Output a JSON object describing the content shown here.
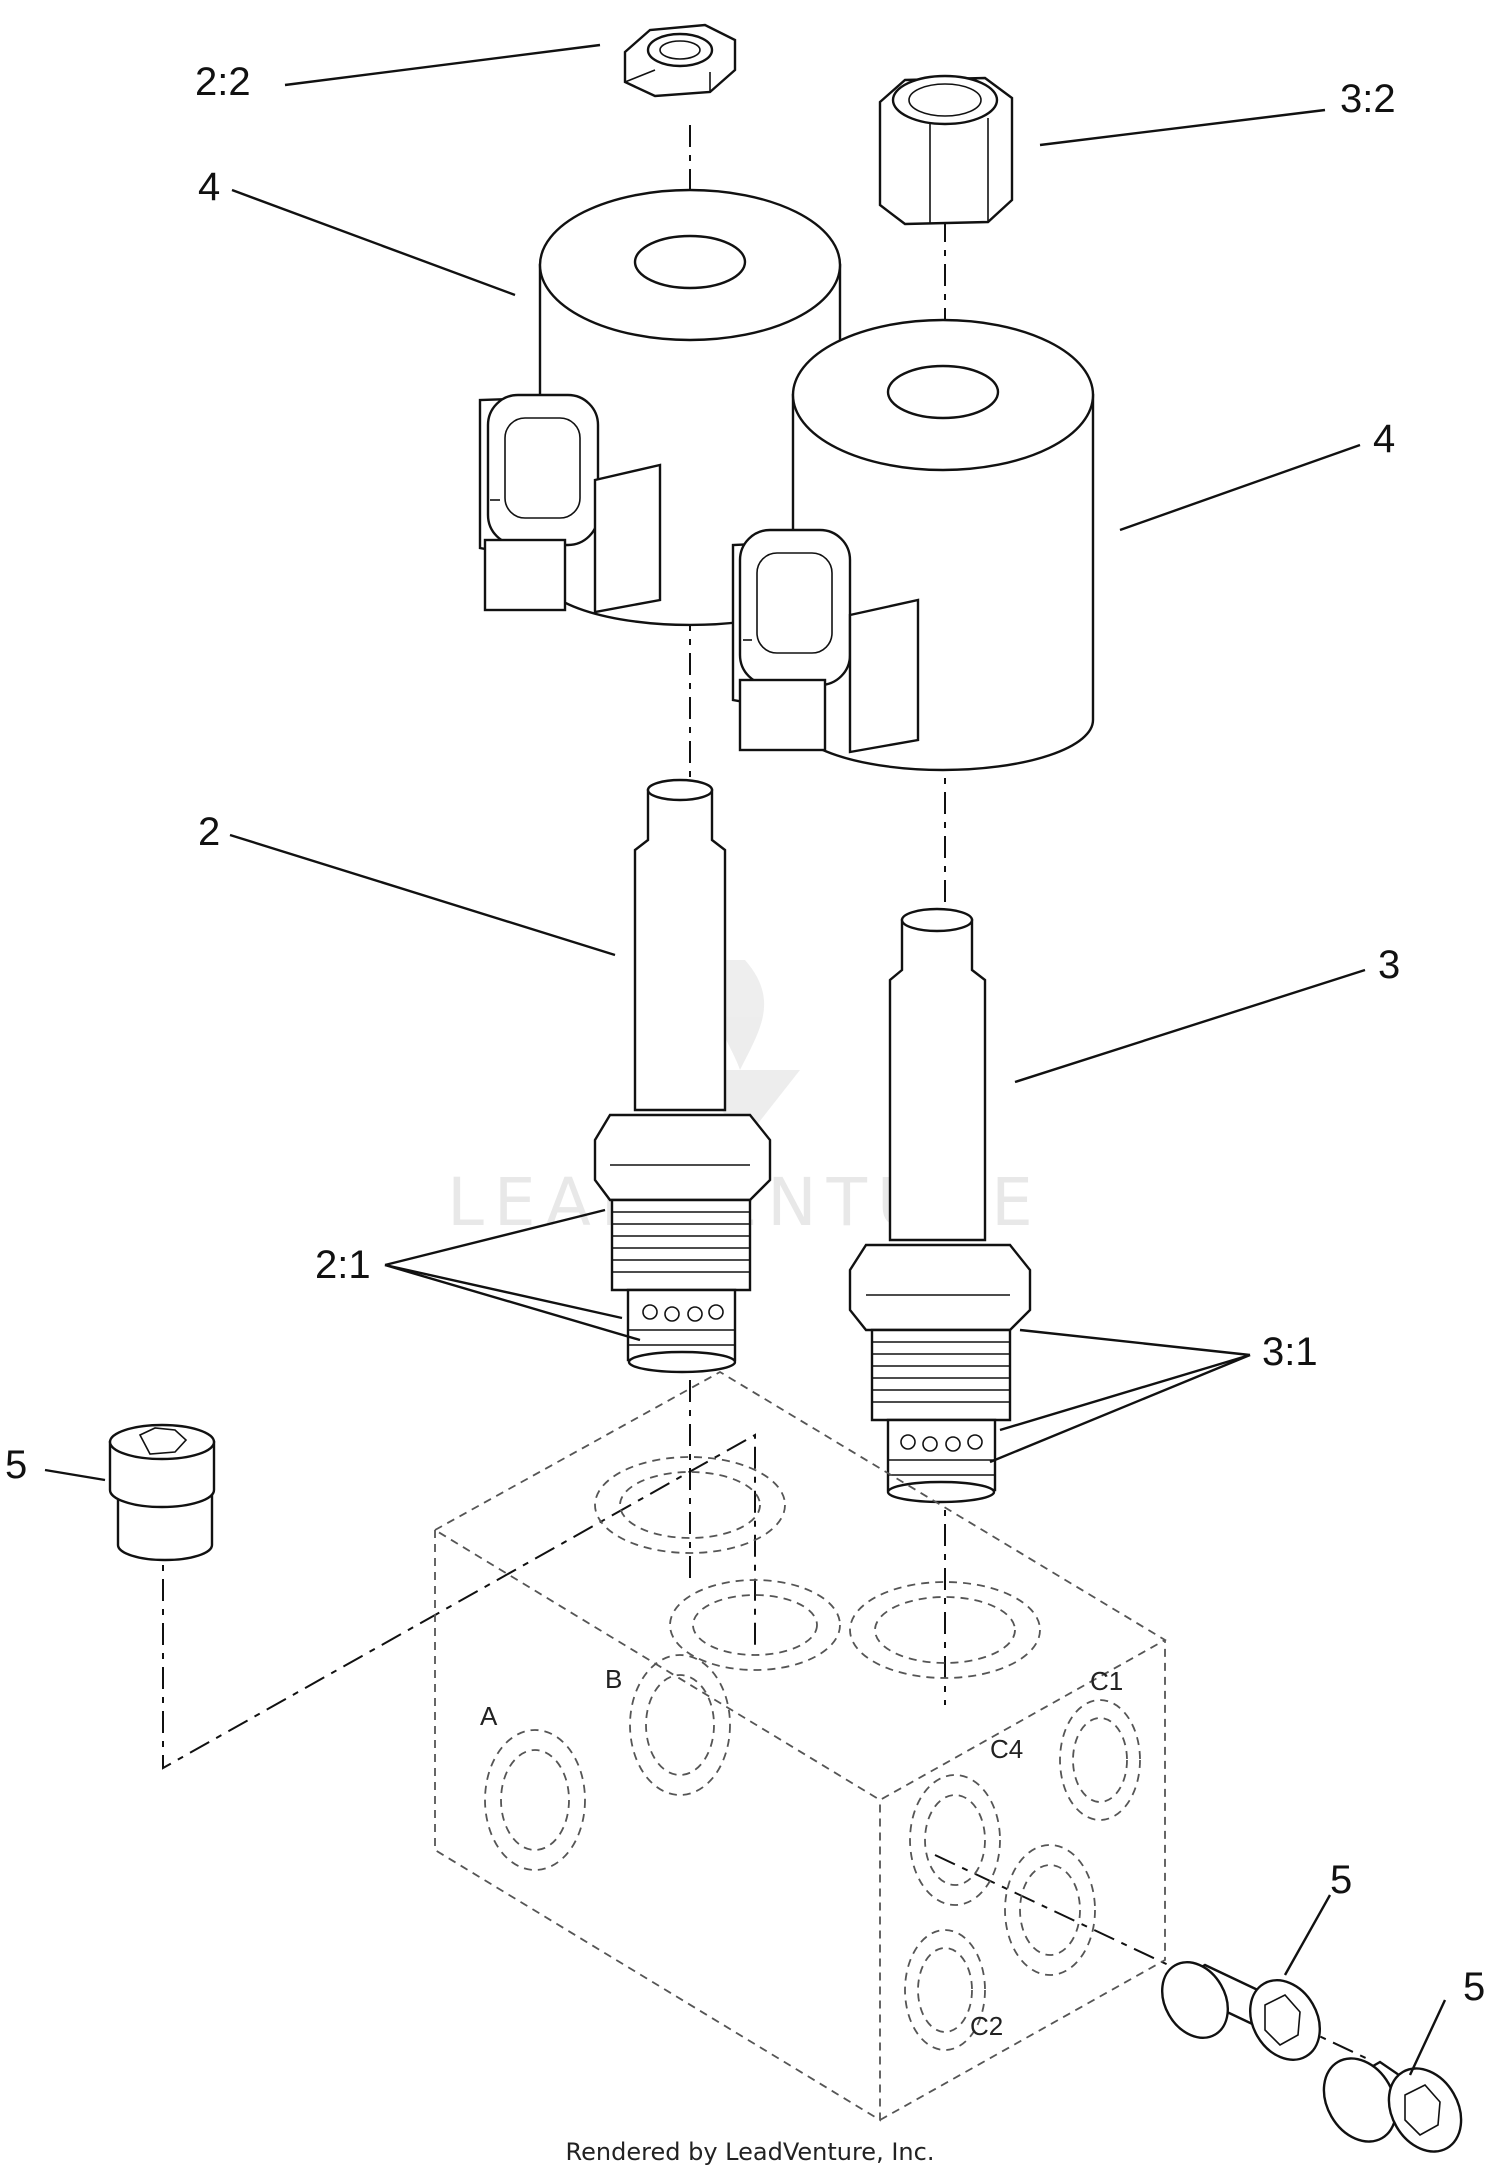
{
  "callouts": {
    "nut_2_2": "2:2",
    "nut_3_2": "3:2",
    "coil_left": "4",
    "coil_right": "4",
    "valve_2": "2",
    "valve_3": "3",
    "seals_2_1": "2:1",
    "seals_3_1": "3:1",
    "plug_left": "5",
    "plug_right_1": "5",
    "plug_right_2": "5"
  },
  "manifold_ports": {
    "a": "A",
    "b": "B",
    "c1": "C1",
    "c2": "C2",
    "c4": "C4"
  },
  "watermark": "LEADVENTURE",
  "footer": "Rendered by LeadVenture, Inc."
}
